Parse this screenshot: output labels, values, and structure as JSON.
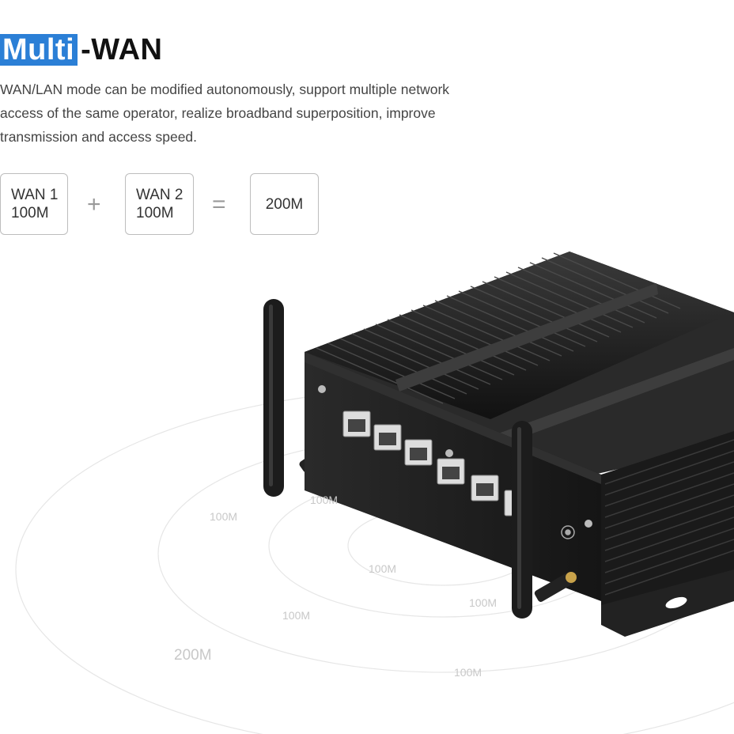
{
  "title": {
    "highlight": "Multi",
    "rest": "-WAN"
  },
  "description": {
    "lines": [
      "WAN/LAN mode can be modified autonomously, support multiple network",
      "access of the same operator, realize broadband superposition, improve",
      "transmission and access speed."
    ]
  },
  "equation": {
    "wan1": {
      "line1": "WAN 1",
      "line2": "100M"
    },
    "plus": "+",
    "wan2": {
      "line1": "WAN 2",
      "line2": "100M"
    },
    "equals": "=",
    "result": "200M"
  },
  "signal_labels": {
    "l1": "100M",
    "l2": "100M",
    "l3": "100M",
    "l4": "100M",
    "l5": "100M",
    "l6": "100M",
    "big": "200M"
  },
  "colors": {
    "accent": "#2b7fd6",
    "device": "#1a1a1a"
  }
}
